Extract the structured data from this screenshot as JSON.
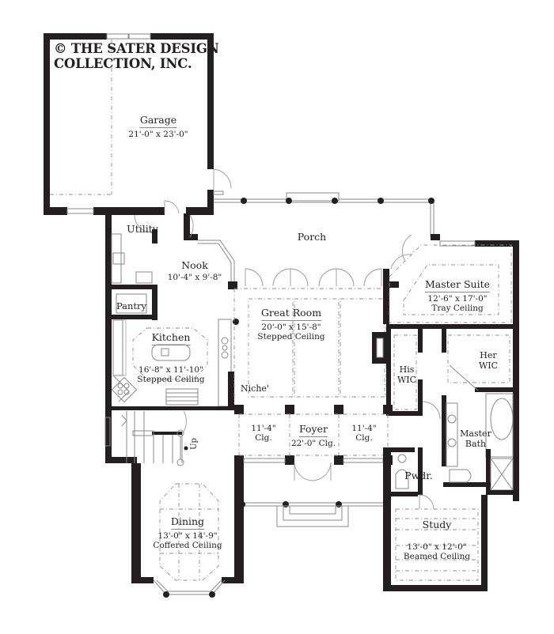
{
  "copyright": {
    "line1": "© THE SATER DESIGN",
    "line2": "COLLECTION, INC."
  },
  "rooms": {
    "garage": {
      "name": "Garage",
      "dimensions": "21'-0\" x 23'-0\""
    },
    "utility": {
      "name": "Utility"
    },
    "porch": {
      "name": "Porch"
    },
    "nook": {
      "name": "Nook",
      "dimensions": "10'-4\" x 9'-8\""
    },
    "pantry": {
      "name": "Pantry"
    },
    "kitchen": {
      "name": "Kitchen",
      "dimensions": "16'-8\" x 11'-10\"",
      "ceiling": "Stepped Ceiling"
    },
    "great_room": {
      "name": "Great Room",
      "dimensions": "20'-0\" x 15'-8\"",
      "ceiling": "Stepped Ceiling"
    },
    "niche": {
      "name": "Niche'"
    },
    "master_suite": {
      "name": "Master Suite",
      "dimensions": "12'-6\" x 17'-0\"",
      "ceiling": "Tray Ceiling"
    },
    "his_wic": {
      "name_line1": "His",
      "name_line2": "WIC"
    },
    "her_wic": {
      "name_line1": "Her",
      "name_line2": "WIC"
    },
    "master_bath": {
      "name_line1": "Master",
      "name_line2": "Bath"
    },
    "foyer": {
      "name": "Foyer",
      "ceiling": "22'-0\" Clg."
    },
    "foyer_left": {
      "line1": "11'-4\"",
      "line2": "Clg."
    },
    "foyer_right": {
      "line1": "11'-4\"",
      "line2": "Clg."
    },
    "powder": {
      "name": "Pwdr."
    },
    "dining": {
      "name": "Dining",
      "dimensions": "13'-0\" x 14'-9\"",
      "ceiling": "Coffered Ceiling"
    },
    "study": {
      "name": "Study",
      "dimensions": "13'-0\" x 12'-0\"",
      "ceiling": "Beamed Ceiling"
    }
  },
  "stairs": {
    "label": "Up"
  },
  "colors": {
    "wall": "#231f20",
    "fixture_line": "#8a8a8a",
    "background": "#ffffff"
  }
}
